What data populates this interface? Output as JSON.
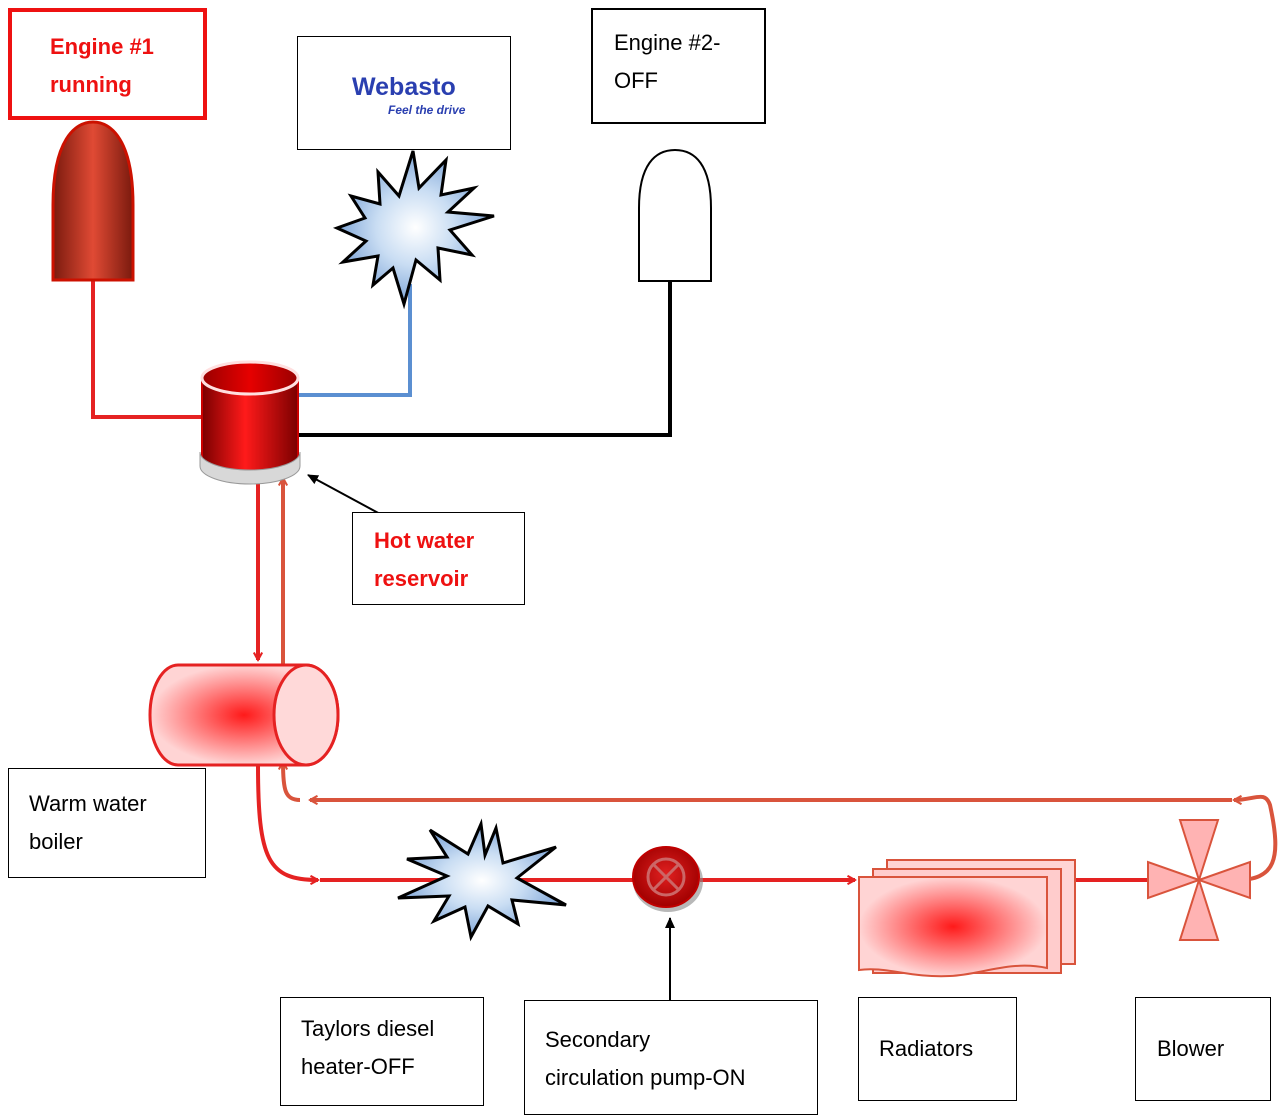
{
  "labels": {
    "engine1": [
      "Engine #1",
      "running"
    ],
    "engine2": [
      "Engine #2-",
      "OFF"
    ],
    "hot_water_reservoir": [
      "Hot water",
      "reservoir"
    ],
    "warm_water_boiler": [
      "Warm water",
      "boiler"
    ],
    "diesel_heater": [
      "Taylors diesel",
      "heater-OFF"
    ],
    "circulation_pump": [
      "Secondary",
      "circulation pump-ON"
    ],
    "radiators": "Radiators",
    "blower": "Blower"
  },
  "logo": {
    "brand": "Webasto",
    "tagline": "Feel the drive"
  },
  "colors": {
    "engine_running_line": "#e52222",
    "engine_off_line": "#000000",
    "webasto_line": "#5b8fd1",
    "return_line": "#d9543c",
    "accent_red": "#ee1111"
  }
}
